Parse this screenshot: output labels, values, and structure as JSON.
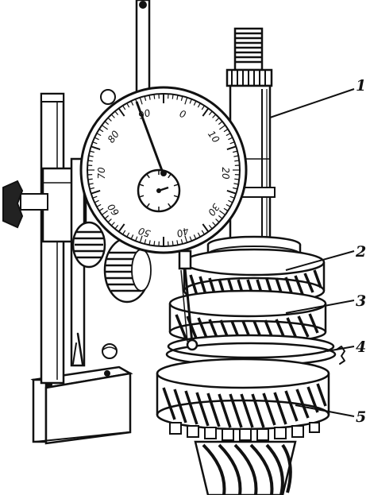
{
  "callouts": [
    {
      "id": "1",
      "label": "1"
    },
    {
      "id": "2",
      "label": "2"
    },
    {
      "id": "3",
      "label": "3"
    },
    {
      "id": "4",
      "label": "4"
    },
    {
      "id": "5",
      "label": "5"
    }
  ],
  "dial": {
    "outer_scale": [
      "90",
      "0",
      "10",
      "20",
      "30",
      "40",
      "50",
      "60",
      "70",
      "80"
    ]
  }
}
